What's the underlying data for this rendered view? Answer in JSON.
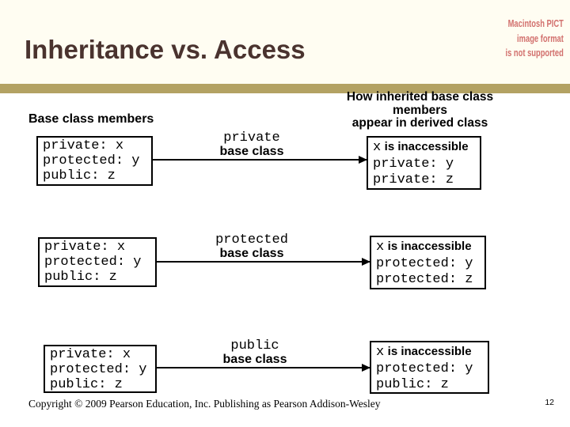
{
  "colors": {
    "accent_bar": "#b3a263",
    "title_text": "#4a332f",
    "pict_notice_text": "#d2706d",
    "box_border": "#000000",
    "header_band": "#fffdf2"
  },
  "header": {
    "title": "Inheritance vs. Access",
    "pict_notice_lines": [
      "Macintosh PICT",
      "image format",
      "is not supported"
    ]
  },
  "labels": {
    "base_class_members": "Base class members",
    "derived_heading_lines": [
      "How inherited base class",
      "members",
      "appear in derived class"
    ]
  },
  "rows": [
    {
      "base_box_lines": [
        "private: x",
        "protected: y",
        "public: z"
      ],
      "arrow_keyword": "private",
      "arrow_text": "base class",
      "derived": {
        "inaccessible_var": "x",
        "inaccessible_text": "is inaccessible",
        "lines": [
          "private: y",
          "private: z"
        ]
      }
    },
    {
      "base_box_lines": [
        "private: x",
        "protected: y",
        "public: z"
      ],
      "arrow_keyword": "protected",
      "arrow_text": "base class",
      "derived": {
        "inaccessible_var": "x",
        "inaccessible_text": "is inaccessible",
        "lines": [
          "protected: y",
          "protected: z"
        ]
      }
    },
    {
      "base_box_lines": [
        "private: x",
        "protected: y",
        "public: z"
      ],
      "arrow_keyword": "public",
      "arrow_text": "base class",
      "derived": {
        "inaccessible_var": "x",
        "inaccessible_text": "is inaccessible",
        "lines": [
          "protected: y",
          "public: z"
        ]
      }
    }
  ],
  "footer": {
    "copyright": "Copyright © 2009 Pearson Education, Inc. Publishing as Pearson Addison-Wesley",
    "page_number": "12"
  }
}
